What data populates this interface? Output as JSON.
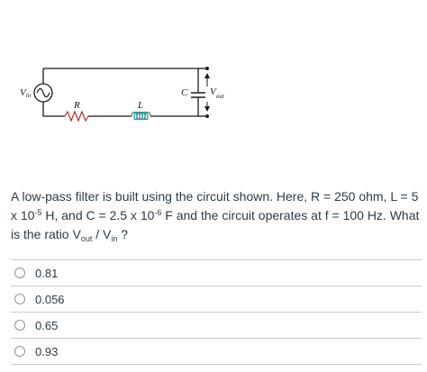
{
  "circuit": {
    "vin_main": "V",
    "vin_sub": "in",
    "r_label": "R",
    "l_label": "L",
    "c_label": "C",
    "vout_main": "V",
    "vout_sub": "out"
  },
  "question": {
    "part1": "A low-pass filter is built using the circuit shown. Here, R = 250 ohm, L = 5 x 10",
    "exp1": "-5",
    "part2": " H, and C = 2.5 x 10",
    "exp2": "-6",
    "part3": " F and the circuit operates at f = 100 Hz.  What is the ratio V",
    "sub1": "out",
    "part4": " / V",
    "sub2": "in",
    "part5": " ?"
  },
  "answers": [
    {
      "label": "0.81"
    },
    {
      "label": "0.056"
    },
    {
      "label": "0.65"
    },
    {
      "label": "0.93"
    }
  ]
}
